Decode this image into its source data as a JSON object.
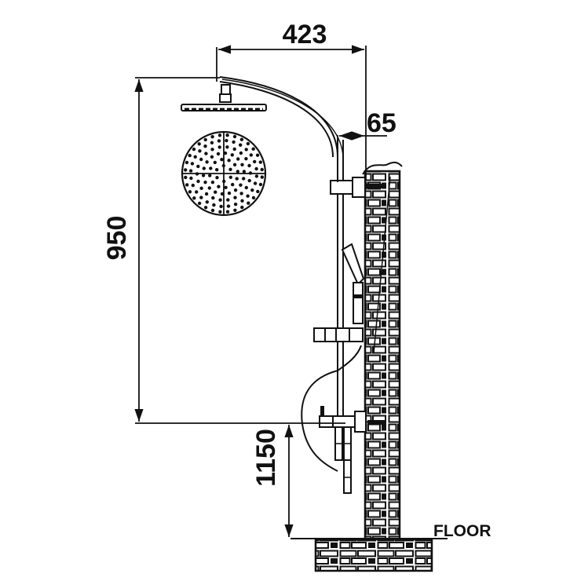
{
  "drawing": {
    "title": "Shower column side-view installation dimensions",
    "colors": {
      "line": "#111111",
      "background": "#ffffff"
    },
    "dimensions": {
      "horizontal_reach": "423",
      "wall_offset": "65",
      "rain_head_height": "950",
      "mixer_height": "1150"
    },
    "labels": {
      "floor": "FLOOR"
    },
    "components": [
      "rain-shower-head-side",
      "rain-shower-head-top",
      "curved-arm",
      "riser-pipe",
      "hand-shower",
      "slider-bracket",
      "mixer-valve",
      "hose",
      "wall",
      "floor"
    ]
  }
}
